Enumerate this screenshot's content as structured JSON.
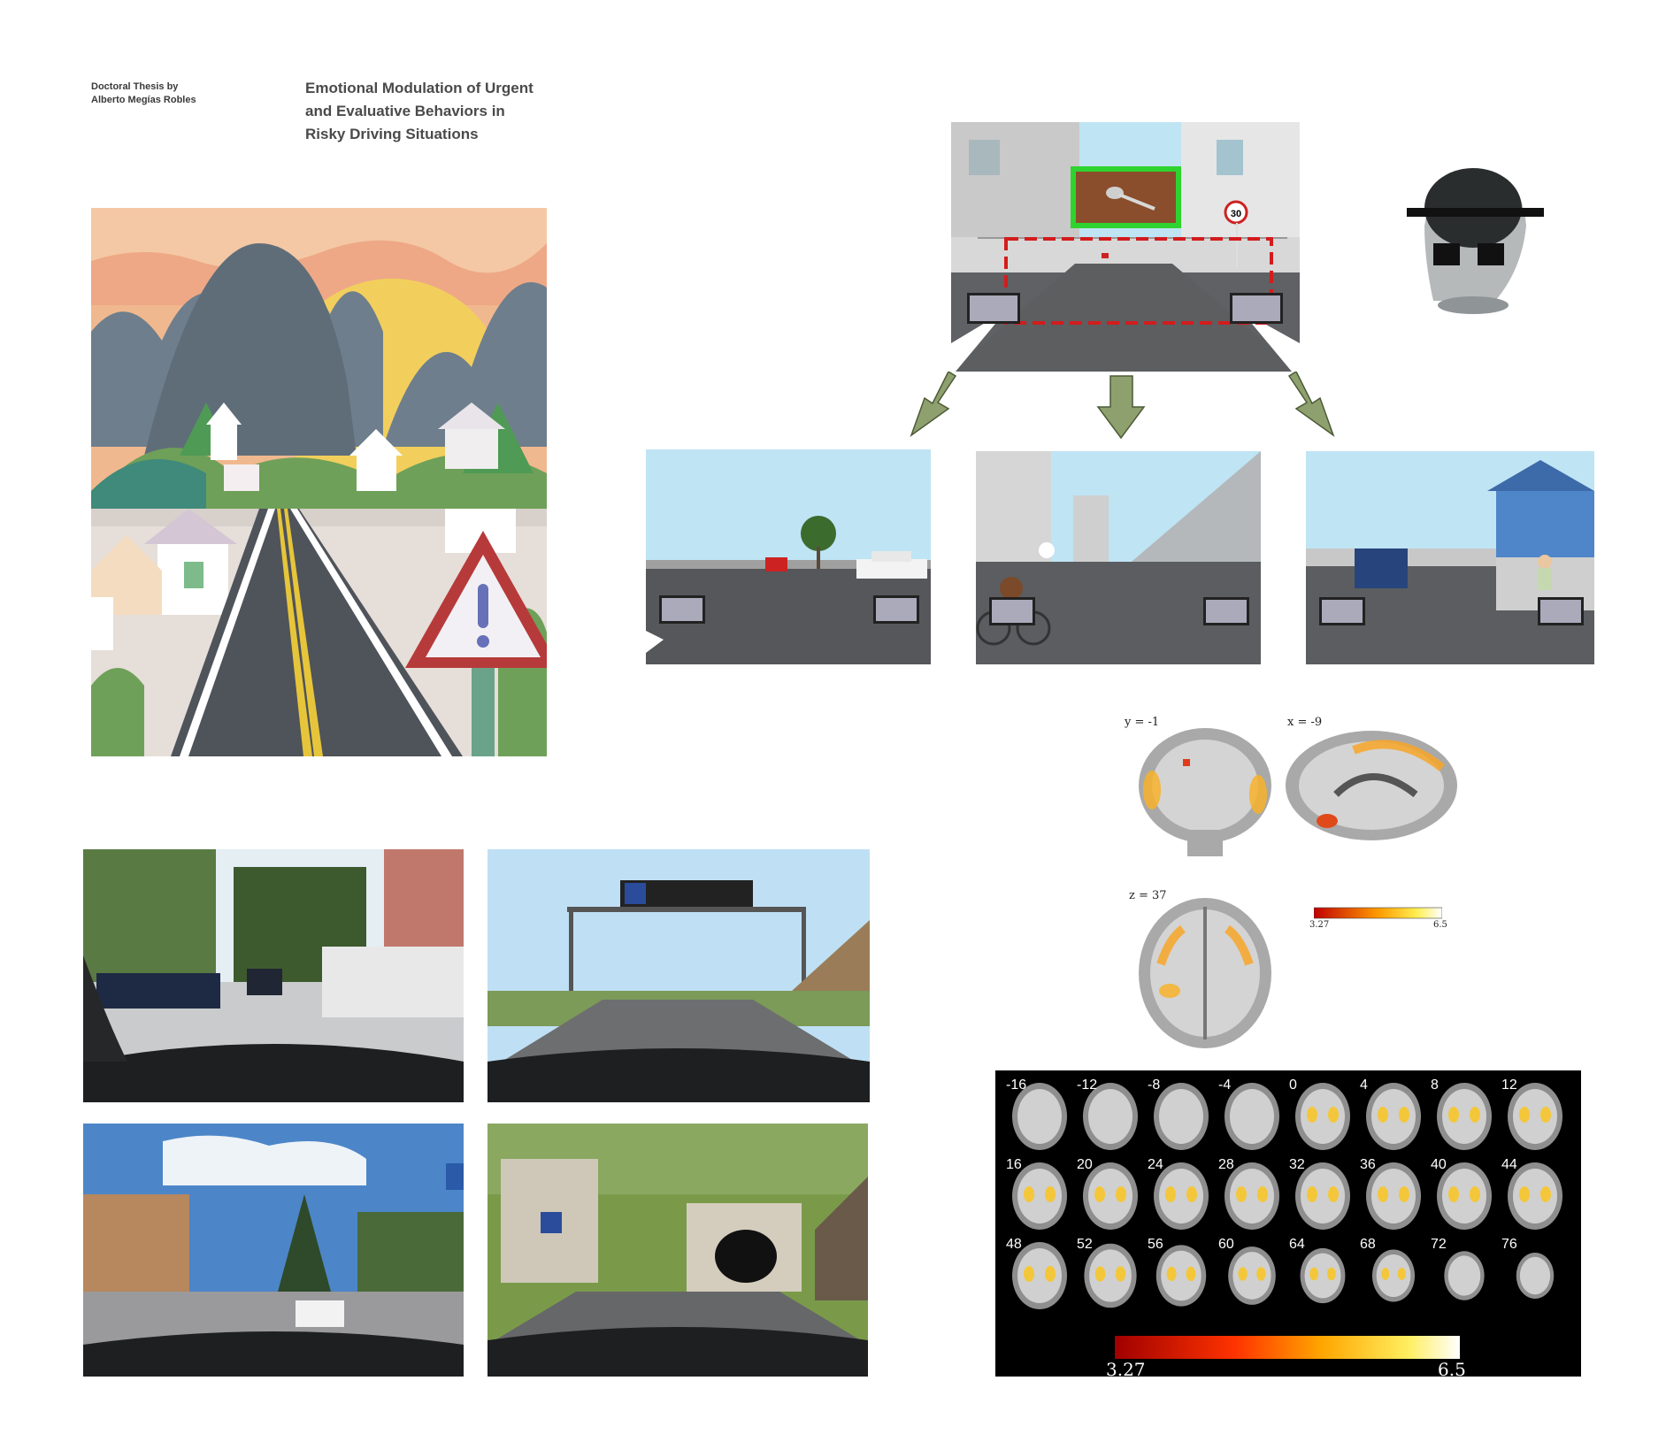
{
  "author": {
    "line1": "Doctoral Thesis by",
    "line2": "Alberto Megías Robles"
  },
  "title": {
    "line1": "Emotional Modulation of Urgent",
    "line2": "and Evaluative Behaviors in",
    "line3": "Risky Driving Situations"
  },
  "sim_sign": "30",
  "brain_top": {
    "label_y": "y = -1",
    "label_x": "x = -9",
    "label_z": "z = 37",
    "scale_min": "3.27",
    "scale_max": "6.5"
  },
  "brain_grid": {
    "rows": [
      [
        "-16",
        "-12",
        "-8",
        "-4",
        "0",
        "4",
        "8",
        "12"
      ],
      [
        "16",
        "20",
        "24",
        "28",
        "32",
        "36",
        "40",
        "44"
      ],
      [
        "48",
        "52",
        "56",
        "60",
        "64",
        "68",
        "72",
        "76"
      ]
    ],
    "scale_min": "3.27",
    "scale_max": "6.5"
  }
}
